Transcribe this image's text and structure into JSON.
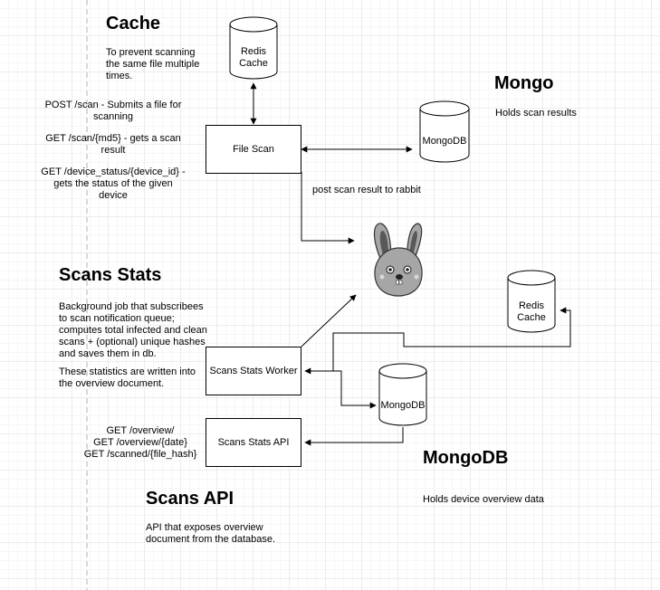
{
  "nodes": {
    "file_scan": "File Scan",
    "redis_top": "Redis\nCache",
    "mongodb_top": "MongoDB",
    "rabbit": "rabbitmq-mascot",
    "redis_right": "Redis\nCache",
    "scans_stats_worker": "Scans Stats Worker",
    "scans_stats_api": "Scans Stats API",
    "mongodb_bottom": "MongoDB"
  },
  "sections": {
    "cache": {
      "title": "Cache",
      "desc": "To prevent scanning\nthe same file multiple\ntimes."
    },
    "mongo": {
      "title": "Mongo",
      "desc": "Holds scan results"
    },
    "scans_stats": {
      "title": "Scans Stats",
      "desc": "Background job that subscribees\nto scan notification queue;\ncomputes total infected and clean\nscans + (optional) unique hashes\nand saves them in db.",
      "note": "These statistics are written into\nthe overview document."
    },
    "scans_api": {
      "title": "Scans API",
      "desc": "API that exposes overview\ndocument from the database."
    },
    "mongodb": {
      "title": "MongoDB",
      "desc": "Holds device overview data"
    }
  },
  "endpoints": {
    "file_scan": [
      "POST /scan - Submits a file for\nscanning",
      "GET /scan/{md5} - gets a scan\nresult",
      "GET /device_status/{device_id} -\ngets the status of the given\ndevice"
    ],
    "stats_api": "GET /overview/\nGET /overview/{date}\nGET /scanned/{file_hash}"
  },
  "edge_labels": {
    "post_to_rabbit": "post scan result to rabbit"
  },
  "colors": {
    "stroke": "#000000",
    "grid": "#ececec",
    "rabbit_body": "#a6a6a6",
    "rabbit_dark": "#595959",
    "dashed_divider": "#cccccc"
  }
}
